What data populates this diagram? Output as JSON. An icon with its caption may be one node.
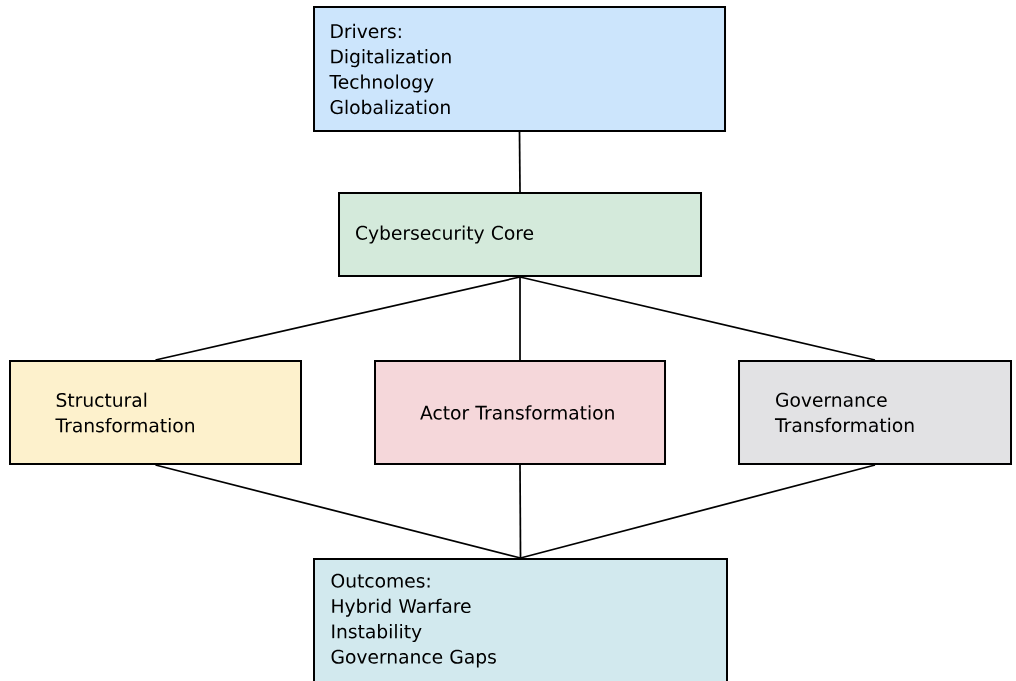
{
  "diagram": {
    "nodes": [
      {
        "text": [
          "Drivers:",
          "Digitalization",
          "Technology",
          "Globalization"
        ]
      },
      {
        "text": [
          "Cybersecurity Core"
        ]
      },
      {
        "text": [
          "Structural Transformation"
        ]
      },
      {
        "text": [
          "Actor Transformation"
        ]
      },
      {
        "text": [
          "Governance Transformation"
        ]
      },
      {
        "text": [
          "Outcomes:",
          "Hybrid Warfare",
          "Instability",
          "Governance Gaps"
        ]
      }
    ],
    "edges": [
      {
        "from": 0,
        "to": 1,
        "arrow": "none"
      },
      {
        "from": 1,
        "to": 2,
        "arrow": "none"
      },
      {
        "from": 1,
        "to": 3,
        "arrow": "none"
      },
      {
        "from": 1,
        "to": 4,
        "arrow": "none"
      },
      {
        "from": 2,
        "to": 5,
        "arrow": "none"
      },
      {
        "from": 3,
        "to": 5,
        "arrow": "none"
      },
      {
        "from": 4,
        "to": 5,
        "arrow": "none"
      }
    ]
  }
}
